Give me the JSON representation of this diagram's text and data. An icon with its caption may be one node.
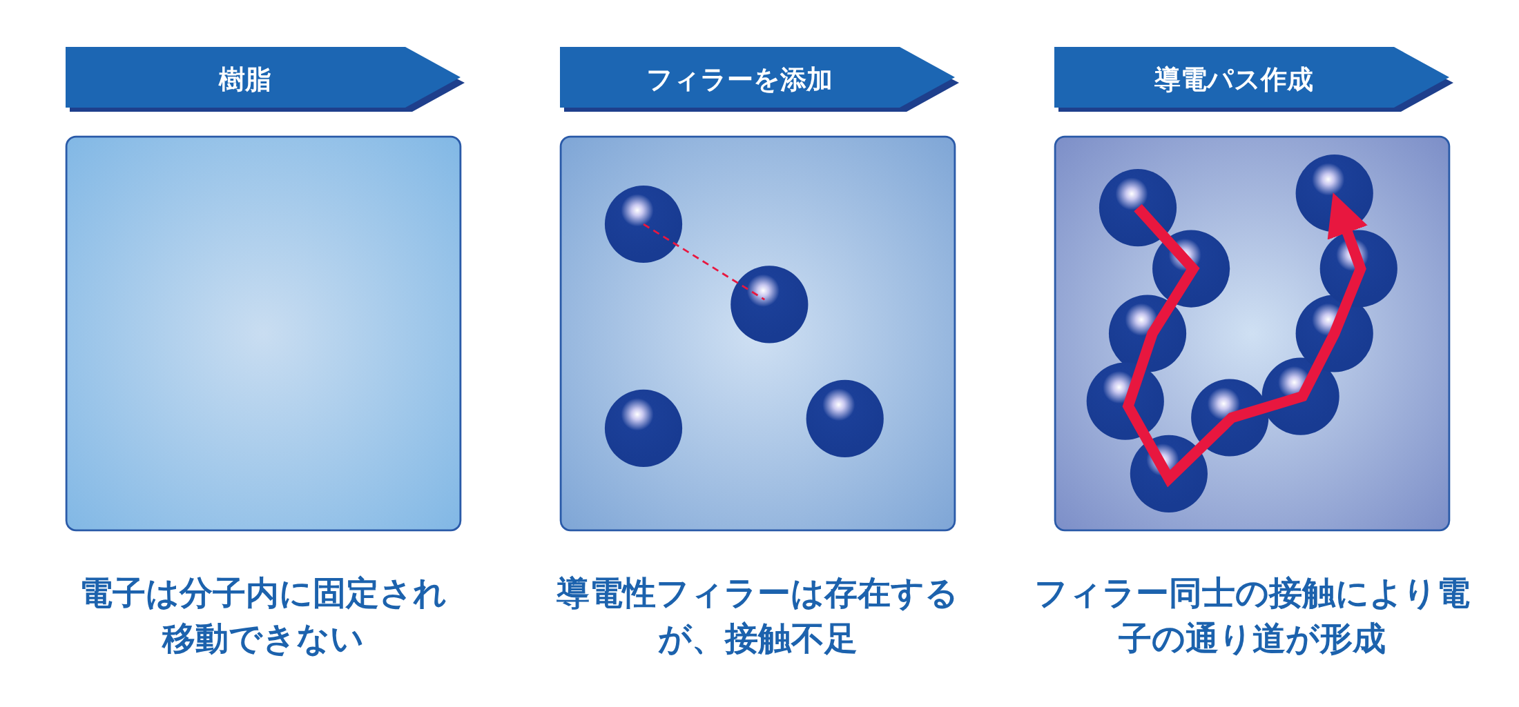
{
  "diagram": {
    "nodes": [
      {
        "text": [
          "樹脂"
        ]
      },
      {
        "text": [
          "フィラーを添加"
        ]
      },
      {
        "text": [
          "導電パス作成"
        ]
      }
    ],
    "labels": [
      "電子は分子内に固定され移動できない",
      "導電性フィラーは存在するが、接触不足",
      "フィラー同士の接触により電子の通り道が形成"
    ]
  }
}
